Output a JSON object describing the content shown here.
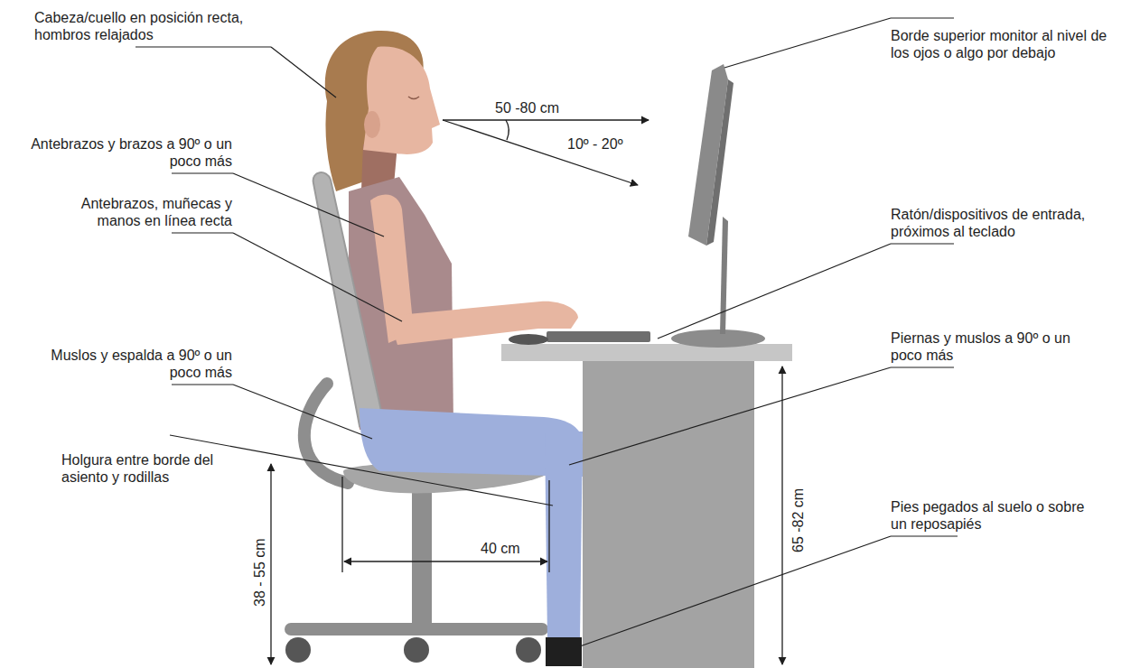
{
  "diagram": {
    "labels": [
      "Cabeza/cuello en posición recta, hombros relajados",
      "Antebrazos y brazos a 90º o un poco más",
      "Antebrazos, muñecas y manos en línea recta",
      "Muslos y espalda a 90º o un poco más",
      "Holgura entre borde del asiento y rodillas",
      "38 - 55 cm",
      "50 -80 cm",
      "10º - 20º",
      "40 cm",
      "Borde superior monitor al nivel de los ojos o algo por debajo",
      "Ratón/dispositivos de entrada, próximos al teclado",
      "Piernas y muslos a 90º o un poco más",
      "65 -82 cm",
      "Pies pegados al suelo o sobre un reposapiés"
    ]
  }
}
